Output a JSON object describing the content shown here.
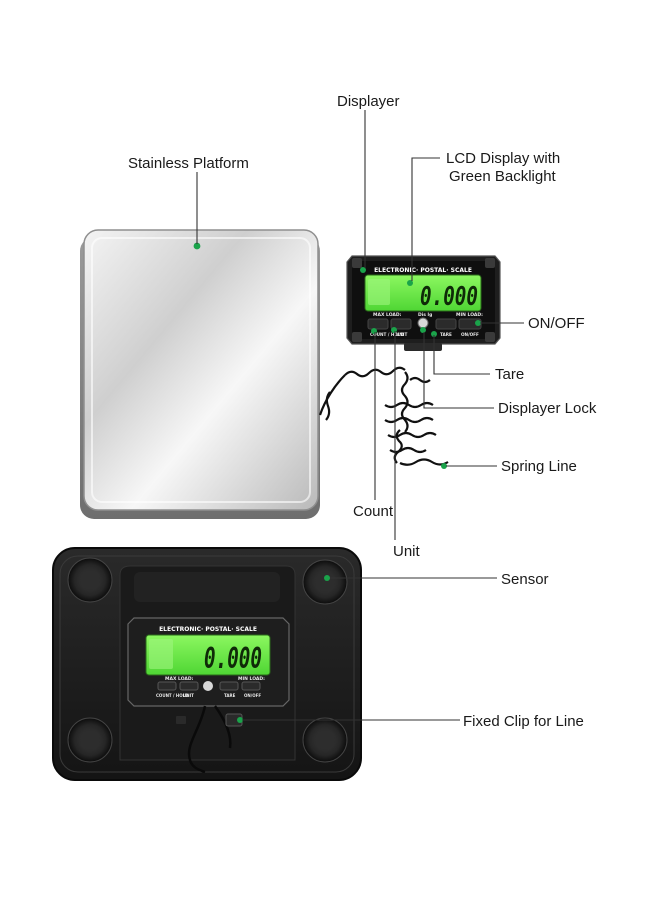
{
  "callouts": {
    "displayer": "Displayer",
    "stainless_platform": "Stainless Platform",
    "lcd_line1": "LCD Display with",
    "lcd_line2": "Green Backlight",
    "on_off": "ON/OFF",
    "tare": "Tare",
    "displayer_lock": "Displayer Lock",
    "spring_line": "Spring Line",
    "count": "Count",
    "unit": "Unit",
    "sensor": "Sensor",
    "fixed_clip": "Fixed Clip for Line"
  },
  "device": {
    "brand": "ELECTRONIC· POSTAL· SCALE",
    "lcd_reading": "0.000",
    "top_buttons": {
      "max_load": "MAX LOAD:",
      "unit": "UNIT",
      "min_load": "MIN LOAD:",
      "count": "COUNT / HOLD",
      "tare": "TARE",
      "on_off": "ON/OFF",
      "lock": "Dis lg"
    }
  },
  "colors": {
    "accent_dot": "#1aa34a",
    "lcd_green": "#6ef04a",
    "body_black": "#1c1c1c",
    "platform_steel": "#d9d9d9"
  }
}
